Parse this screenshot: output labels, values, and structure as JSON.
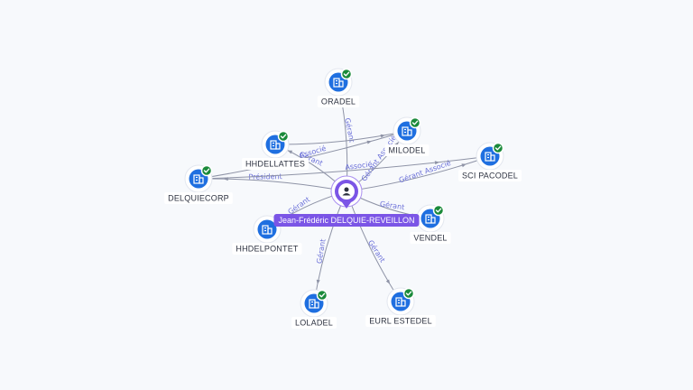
{
  "center": {
    "label": "Jean-Frédéric DELQUIE-REVEILLON",
    "icon": "person-icon",
    "color": "#7b55e6"
  },
  "colors": {
    "company": "#1f6fe0",
    "verified": "#1a8a3a",
    "edge": "#8e93a6",
    "edge_label": "#6a6fd8"
  },
  "companies": [
    {
      "id": "oradel",
      "label": "ORADEL",
      "icon": "building-icon",
      "verified": true,
      "relation": "Gérant"
    },
    {
      "id": "hhdellattes",
      "label": "HHDELLATTES",
      "icon": "building-icon",
      "verified": true,
      "relation": "Gérant"
    },
    {
      "id": "milodel",
      "label": "MILODEL",
      "icon": "building-icon",
      "verified": true,
      "relation": "Gérant Associé"
    },
    {
      "id": "scipacodel",
      "label": "SCI PACODEL",
      "icon": "building-icon",
      "verified": true,
      "relation": "Gérant Associé"
    },
    {
      "id": "delquiecorp",
      "label": "DELQUIECORP",
      "icon": "building-icon",
      "verified": true,
      "relation": "Président"
    },
    {
      "id": "vendel",
      "label": "VENDEL",
      "icon": "building-icon",
      "verified": true,
      "relation": "Gérant"
    },
    {
      "id": "hhdelpontet",
      "label": "HHDELPONTET",
      "icon": "building-icon",
      "verified": false,
      "relation": "Gérant"
    },
    {
      "id": "loladel",
      "label": "LOLADEL",
      "icon": "building-icon",
      "verified": true,
      "relation": "Gérant"
    },
    {
      "id": "eurlestedel",
      "label": "EURL ESTEDEL",
      "icon": "building-icon",
      "verified": true,
      "relation": "Gérant"
    }
  ],
  "extra_edges": [
    {
      "from": "delquiecorp",
      "to": "milodel",
      "label": "Associé"
    },
    {
      "from": "delquiecorp",
      "to": "scipacodel",
      "label": "Associé"
    },
    {
      "from": "hhdellattes",
      "to": "milodel",
      "label": ""
    }
  ]
}
